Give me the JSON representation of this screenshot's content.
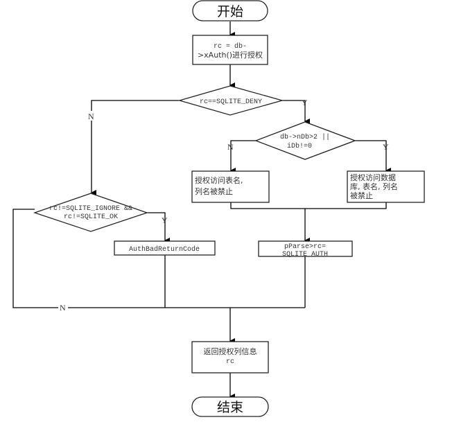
{
  "diagram": {
    "type": "flowchart",
    "nodes": {
      "start": {
        "kind": "terminal",
        "text": "开始"
      },
      "auth": {
        "kind": "process",
        "lines": [
          "rc = db-",
          ">xAuth()进行授权"
        ]
      },
      "deny": {
        "kind": "decision",
        "lines": [
          "rc==SQLITE_DENY"
        ]
      },
      "ndb": {
        "kind": "decision",
        "lines": [
          "db->nDb>2 ||",
          "iDb!=0"
        ]
      },
      "tbl": {
        "kind": "process",
        "lines": [
          "授权访问表名,",
          "列名被禁止"
        ]
      },
      "dbtbl": {
        "kind": "process",
        "lines": [
          "授权访问数据",
          "库, 表名, 列名",
          "被禁止"
        ]
      },
      "ignore": {
        "kind": "decision",
        "lines": [
          "rc!=SQLITE_IGNORE &&",
          "rc!=SQLITE_OK"
        ]
      },
      "badcode": {
        "kind": "process",
        "lines": [
          "AuthBadReturnCode"
        ]
      },
      "setrc": {
        "kind": "process",
        "lines": [
          "pParse>rc=",
          "SQLITE_AUTH"
        ]
      },
      "ret": {
        "kind": "process",
        "lines": [
          "返回授权列信息",
          "rc"
        ]
      },
      "end": {
        "kind": "terminal",
        "text": "结束"
      }
    },
    "edge_labels": {
      "deny_no": "N",
      "deny_yes": "Y",
      "ndb_no": "N",
      "ndb_yes": "Y",
      "ignore_yes": "Y",
      "ignore_no": "N"
    },
    "edges": [
      {
        "from": "start",
        "to": "auth"
      },
      {
        "from": "auth",
        "to": "deny"
      },
      {
        "from": "deny",
        "to": "ignore",
        "label": "N"
      },
      {
        "from": "deny",
        "to": "ndb",
        "label": "Y"
      },
      {
        "from": "ndb",
        "to": "tbl",
        "label": "N"
      },
      {
        "from": "ndb",
        "to": "dbtbl",
        "label": "Y"
      },
      {
        "from": "tbl",
        "to": "setrc"
      },
      {
        "from": "dbtbl",
        "to": "setrc"
      },
      {
        "from": "ignore",
        "to": "badcode",
        "label": "Y"
      },
      {
        "from": "ignore",
        "to": "ret",
        "label": "N"
      },
      {
        "from": "badcode",
        "to": "ret"
      },
      {
        "from": "setrc",
        "to": "ret"
      },
      {
        "from": "ret",
        "to": "end"
      }
    ]
  }
}
